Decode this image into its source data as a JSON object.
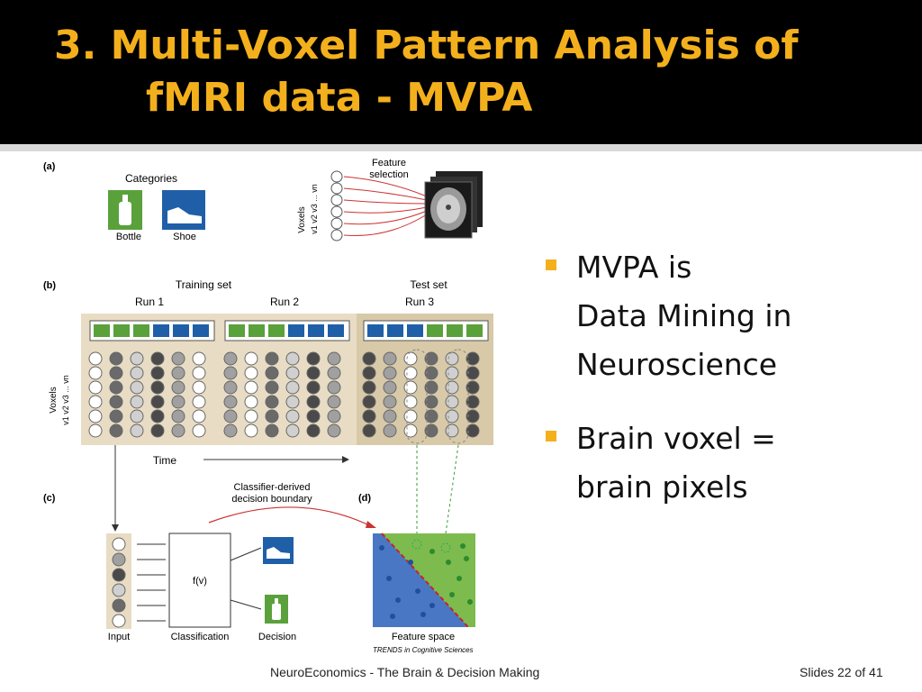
{
  "slide": {
    "title_line1": "3. Multi-Voxel Pattern Analysis of",
    "title_line2": "fMRI data - MVPA",
    "bullets": [
      {
        "lines": [
          "MVPA is",
          "Data Mining in",
          "Neuroscience"
        ]
      },
      {
        "lines": [
          "Brain voxel =",
          "brain pixels"
        ]
      }
    ],
    "footer_center": "NeuroEconomics - The Brain & Decision Making",
    "footer_right": "Slides  22 of 41",
    "accent_color": "#f3b01c"
  },
  "figure": {
    "panel_a": {
      "label": "(a)",
      "categories_title": "Categories",
      "category_labels": [
        "Bottle",
        "Shoe"
      ],
      "voxels_label": "Voxels",
      "voxel_axis": "v1 v2 v3 ... vn",
      "feature_selection": [
        "Feature",
        "selection"
      ],
      "icons": [
        "bottle-icon",
        "shoe-icon",
        "brain-scan-icon"
      ]
    },
    "panel_b": {
      "label": "(b)",
      "training_set": "Training set",
      "test_set": "Test set",
      "runs": [
        "Run 1",
        "Run 2",
        "Run 3"
      ],
      "voxels_label": "Voxels",
      "voxel_axis": "v1 v2 v3 ... vn",
      "time_label": "Time"
    },
    "panel_c": {
      "label": "(c)",
      "boundary_label": [
        "Classifier-derived",
        "decision boundary"
      ],
      "function_label": "f(v)",
      "input_label": "Input",
      "classification_label": "Classification",
      "decision_label": "Decision"
    },
    "panel_d": {
      "label": "(d)",
      "feature_space_label": "Feature space"
    },
    "credit": "TRENDS in Cognitive Sciences",
    "colors": {
      "green": "#5aa13c",
      "blue": "#1f5fa8",
      "beige": "#e8dcc4",
      "test_beige": "#d8c9a8"
    }
  }
}
